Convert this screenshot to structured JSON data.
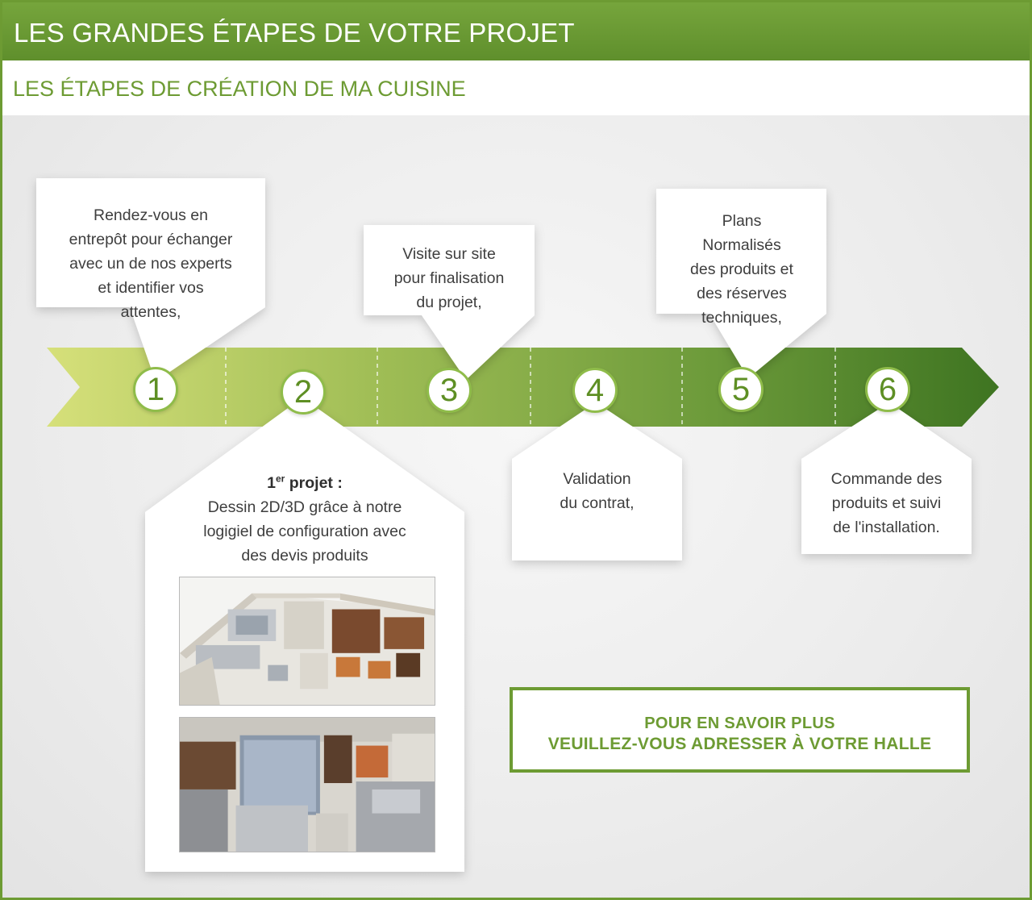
{
  "header": {
    "title": "LES GRANDES ÉTAPES DE VOTRE PROJET"
  },
  "subheader": {
    "title": "LES ÉTAPES DE CRÉATION DE MA CUISINE"
  },
  "steps": [
    {
      "number": "1",
      "lines": [
        "Rendez-vous en",
        "entrepôt pour échanger",
        "avec un de nos experts",
        "et identifier vos",
        "attentes,"
      ]
    },
    {
      "number": "2",
      "heading": "1",
      "heading_sup": "er",
      "heading_rest": " projet :",
      "lines": [
        "Dessin 2D/3D grâce à notre",
        "logigiel de configuration avec",
        "des devis produits"
      ]
    },
    {
      "number": "3",
      "lines": [
        "Visite sur site",
        "pour finalisation",
        "du projet,"
      ]
    },
    {
      "number": "4",
      "lines": [
        "Validation",
        "du contrat,"
      ]
    },
    {
      "number": "5",
      "lines": [
        "Plans",
        "Normalisés",
        "des produits et",
        "des réserves",
        "techniques,"
      ]
    },
    {
      "number": "6",
      "lines": [
        "Commande des",
        "produits et suivi",
        "de l'installation."
      ]
    }
  ],
  "info_box": {
    "line1": "POUR EN SAVOIR PLUS",
    "line2": "VEUILLEZ-VOUS ADRESSER À VOTRE HALLE"
  },
  "colors": {
    "brand_green": "#6d9b33",
    "arrow_light": "#cfdc6e",
    "arrow_dark": "#3f7520",
    "number_ring": "#8fbc4a"
  },
  "icons": [
    "2d-plan-render-image",
    "3d-kitchen-render-image"
  ]
}
